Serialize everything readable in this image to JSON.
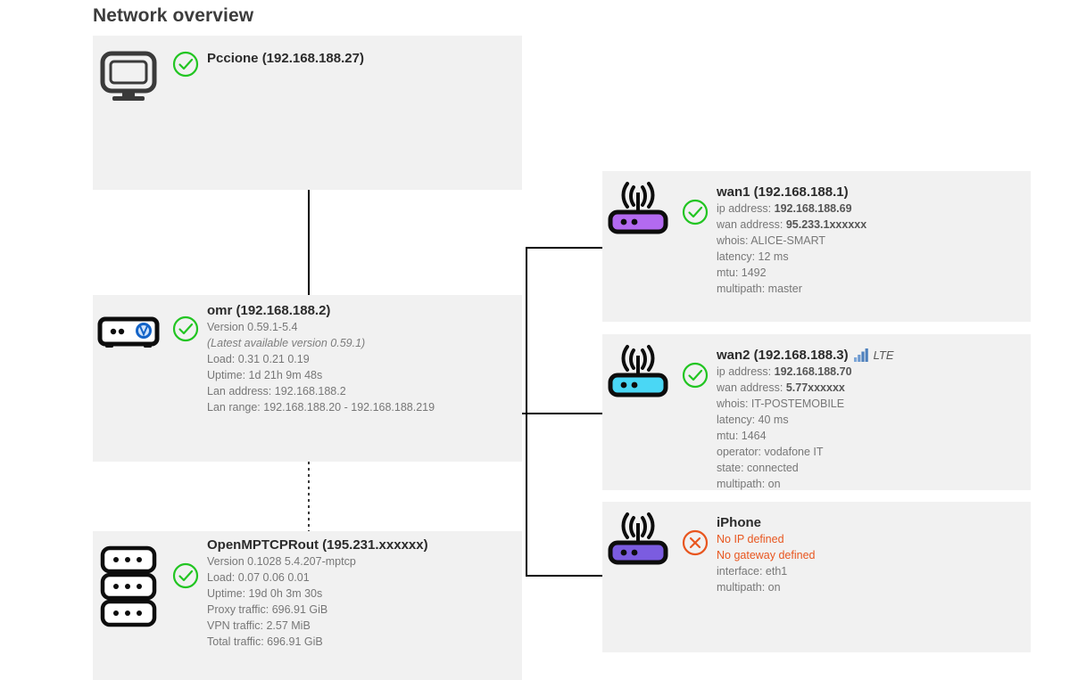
{
  "page": {
    "title": "Network overview"
  },
  "colors": {
    "ok": "#22c522",
    "error": "#e8561f",
    "panel_bg": "#f1f1f1",
    "title_text": "#3c3c3c",
    "muted_text": "#777777",
    "wan1_router": "#b36af0",
    "wan2_router": "#4ad7f5",
    "iphone_router": "#7b5ce0",
    "lte_icon": "#4f81bd"
  },
  "nodes": {
    "pccione": {
      "icon": "desktop-monitor-icon",
      "status": "ok",
      "status_icon": "check-circle-icon",
      "title": "Pccione (192.168.188.27)",
      "lines": []
    },
    "omr": {
      "icon": "router-device-icon",
      "status": "ok",
      "status_icon": "check-circle-icon",
      "title": "omr (192.168.188.2)",
      "lines": [
        {
          "text": "Version 0.59.1-5.4",
          "style": "normal"
        },
        {
          "text": "(Latest available version 0.59.1)",
          "style": "italic"
        },
        {
          "text": "Load: 0.31 0.21 0.19",
          "style": "normal"
        },
        {
          "text": "Uptime: 1d 21h 9m 48s",
          "style": "normal"
        },
        {
          "text": "Lan address: 192.168.188.2",
          "style": "normal"
        },
        {
          "text": "Lan range: 192.168.188.20 - 192.168.188.219",
          "style": "normal"
        }
      ]
    },
    "openmptcprout": {
      "icon": "server-rack-icon",
      "status": "ok",
      "status_icon": "check-circle-icon",
      "title": "OpenMPTCPRout (195.231.xxxxxx)",
      "lines": [
        {
          "text": "Version 0.1028 5.4.207-mptcp",
          "style": "normal"
        },
        {
          "text": "Load: 0.07 0.06 0.01",
          "style": "normal"
        },
        {
          "text": "Uptime: 19d 0h 3m 30s",
          "style": "normal"
        },
        {
          "text": "Proxy traffic: 696.91 GiB",
          "style": "normal"
        },
        {
          "text": "VPN traffic: 2.57 MiB",
          "style": "normal"
        },
        {
          "text": "Total traffic: 696.91 GiB",
          "style": "normal"
        }
      ]
    },
    "wan1": {
      "icon": "wifi-router-icon",
      "status": "ok",
      "status_icon": "check-circle-icon",
      "title": "wan1 (192.168.188.1)",
      "badge": null,
      "lines": [
        {
          "label": "ip address: ",
          "value": "192.168.188.69",
          "style": "bold-value"
        },
        {
          "label": "wan address: ",
          "value": "95.233.1xxxxxx",
          "style": "bold-value"
        },
        {
          "text": "whois: ALICE-SMART",
          "style": "normal"
        },
        {
          "text": "latency: 12 ms",
          "style": "normal"
        },
        {
          "text": "mtu: 1492",
          "style": "normal"
        },
        {
          "text": "multipath: master",
          "style": "normal"
        }
      ]
    },
    "wan2": {
      "icon": "wifi-router-icon",
      "status": "ok",
      "status_icon": "check-circle-icon",
      "title": "wan2 (192.168.188.3)",
      "badge": "LTE",
      "badge_icon": "signal-bars-icon",
      "lines": [
        {
          "label": "ip address: ",
          "value": "192.168.188.70",
          "style": "bold-value"
        },
        {
          "label": "wan address: ",
          "value": "5.77xxxxxx",
          "style": "bold-value"
        },
        {
          "text": "whois: IT-POSTEMOBILE",
          "style": "normal"
        },
        {
          "text": "latency: 40 ms",
          "style": "normal"
        },
        {
          "text": "mtu: 1464",
          "style": "normal"
        },
        {
          "text": "operator: vodafone IT",
          "style": "normal"
        },
        {
          "text": "state: connected",
          "style": "normal"
        },
        {
          "text": "multipath: on",
          "style": "normal"
        }
      ]
    },
    "iphone": {
      "icon": "wifi-router-icon",
      "status": "error",
      "status_icon": "x-circle-icon",
      "title": "iPhone",
      "badge": null,
      "lines": [
        {
          "text": "No IP defined",
          "style": "error"
        },
        {
          "text": "No gateway defined",
          "style": "error"
        },
        {
          "text": "interface: eth1",
          "style": "normal"
        },
        {
          "text": "multipath: on",
          "style": "normal"
        }
      ]
    }
  }
}
